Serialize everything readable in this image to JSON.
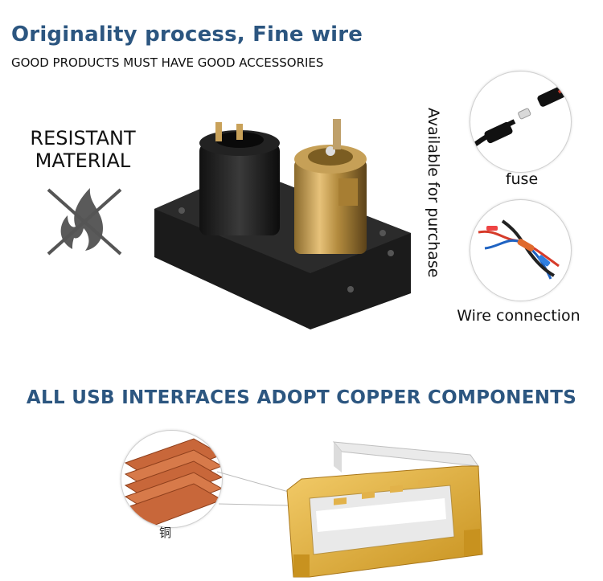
{
  "header": {
    "headline": "Originality process, Fine wire",
    "tagline": "GOOD PRODUCTS MUST HAVE GOOD ACCESSORIES"
  },
  "feature": {
    "resistant_line1": "RESISTANT",
    "resistant_line2": "MATERIAL",
    "icon": "no-fire-icon"
  },
  "product": {
    "side_text": "Available for purchase",
    "image": "dual-socket-panel-image"
  },
  "accessories": [
    {
      "label": "fuse",
      "icon": "fuse-icon"
    },
    {
      "label": "Wire connection",
      "icon": "wire-connection-icon"
    }
  ],
  "usb_section": {
    "title": "ALL USB INTERFACES ADOPT COPPER COMPONENTS",
    "copper_label": "铜",
    "copper_icon": "copper-sheets-icon",
    "usb_icon": "usb-port-icon"
  },
  "colors": {
    "heading_blue": "#2c5680",
    "copper": "#c8673a",
    "gold": "#e2b24a"
  }
}
